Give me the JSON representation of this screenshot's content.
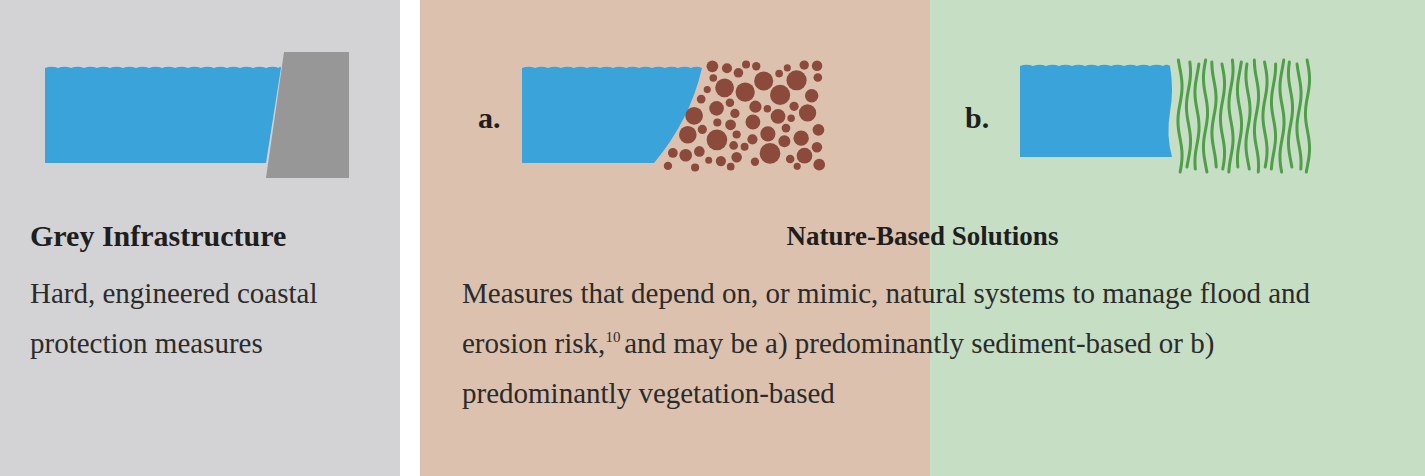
{
  "diagram": {
    "nodes": [
      {
        "text": [
          "Grey Infrastructure",
          "Hard, engineered coastal protection measures"
        ]
      },
      {
        "text": [
          "Nature-Based Solutions",
          "Measures that depend on, or mimic, natural systems to manage flood and erosion risk,",
          "and may be a) predominantly sediment-based or b) predominantly vegetation-based"
        ]
      }
    ],
    "labels": [
      "10",
      "a.",
      "b."
    ]
  }
}
